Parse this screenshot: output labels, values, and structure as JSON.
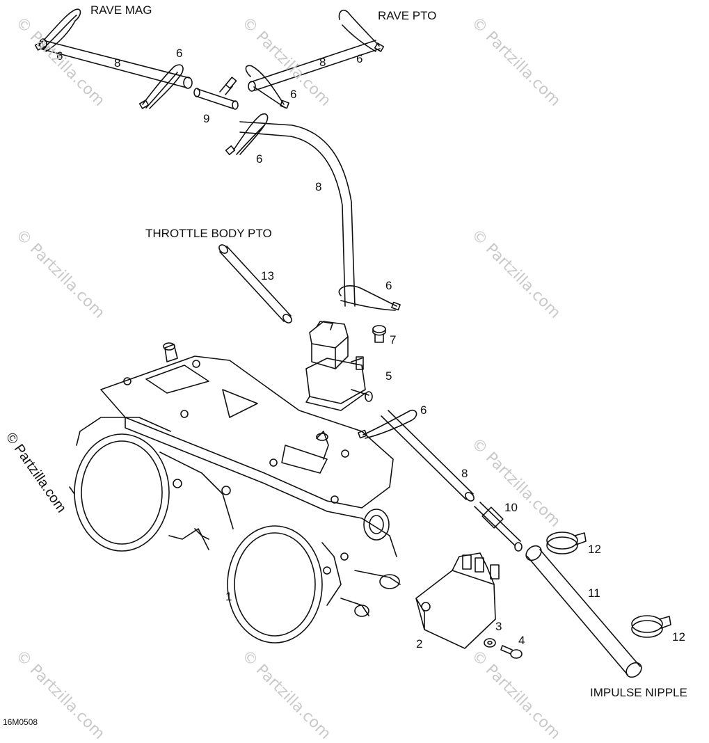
{
  "callouts": {
    "rave_mag": "RAVE MAG",
    "rave_pto": "RAVE PTO",
    "throttle_body_pto": "THROTTLE BODY PTO",
    "impulse_nipple": "IMPULSE NIPPLE"
  },
  "part_numbers": {
    "p1": "1",
    "p2": "2",
    "p3": "3",
    "p4": "4",
    "p5": "5",
    "p6a": "6",
    "p6b": "6",
    "p6c": "6",
    "p6d": "6",
    "p6e": "6",
    "p6f": "6",
    "p6g": "6",
    "p7": "7",
    "p8a": "8",
    "p8b": "8",
    "p8c": "8",
    "p8d": "8",
    "p9": "9",
    "p10": "10",
    "p11": "11",
    "p12a": "12",
    "p12b": "12",
    "p13": "13"
  },
  "diagram_code": "16M0508",
  "watermark": {
    "main": "© Partzilla.com",
    "tile": "© Partzilla.com"
  }
}
